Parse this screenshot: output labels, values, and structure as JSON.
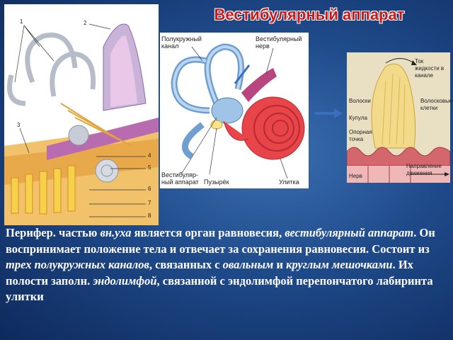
{
  "title": "Вестибулярный аппарат",
  "figure_left": {
    "numbers": [
      "1",
      "2",
      "3",
      "4",
      "5",
      "6",
      "7",
      "8"
    ]
  },
  "figure_middle": {
    "labels": {
      "canal": "Полукружный канал",
      "nerve": "Вестибулярный нерв",
      "apparatus": "Вестибуляр-ный аппарат",
      "vesicle": "Пузырёк",
      "cochlea": "Улитка"
    }
  },
  "figure_right": {
    "labels": {
      "flow": "Ток жидкости в канале",
      "hair": "Волоски",
      "cupula": "Купула",
      "hair_cells": "Волосковые клетки",
      "support": "Опорная точка",
      "nerve": "Нерв",
      "motion": "Направление движения"
    }
  },
  "caption": {
    "t1": "Перифер. частью ",
    "i1": "вн.уха",
    "t2": " является орган равновесия, ",
    "i2": "вестибулярный аппарат",
    "t3": ". Он воспринимает положение тела и отвечает за сохранения равновесия. Состоит из ",
    "i3": "трех полукружных каналов",
    "t4": ", связанных с ",
    "i4": "овальным",
    "t5": " и ",
    "i5": "круглым мешочками",
    "t6": ". Их полости заполн. ",
    "i6": "эндолимфой",
    "t7": ", связанной с эндолимфой перепончатого лабиринта улитки"
  },
  "colors": {
    "title": "#c81a1a",
    "background": "#1f4a8a",
    "canal_blue": "#9fc4e8",
    "cochlea_red": "#e8454a",
    "cupula_yellow": "#f3d98a"
  }
}
